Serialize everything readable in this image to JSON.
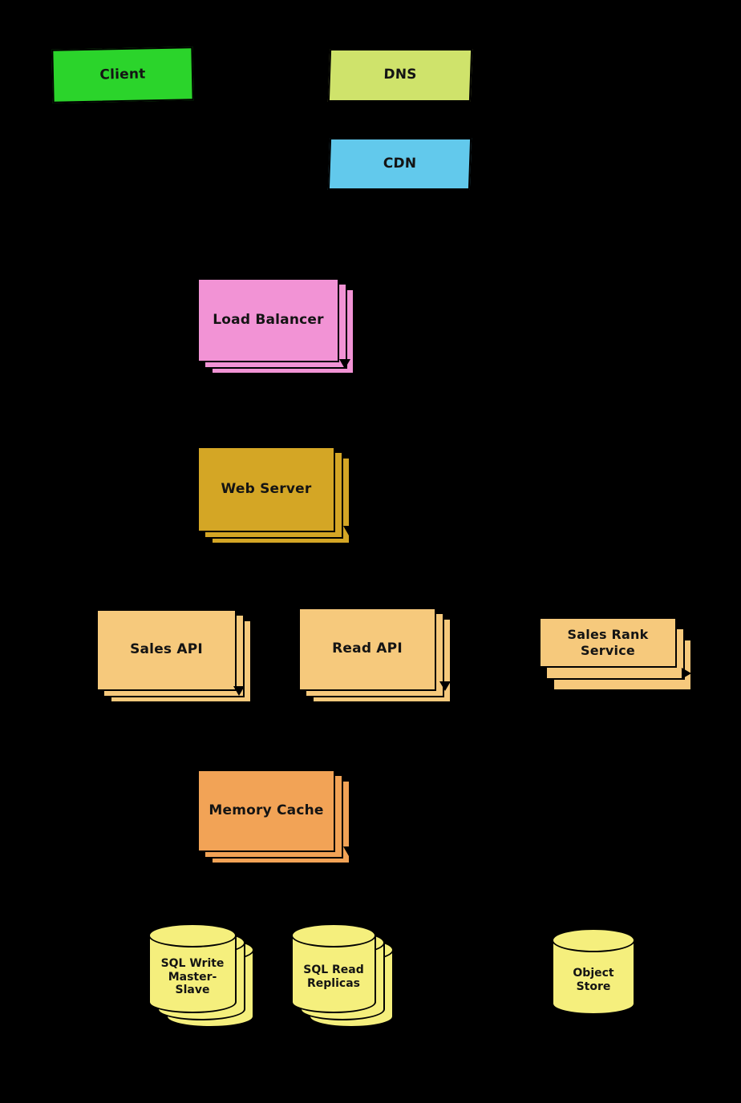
{
  "diagram": {
    "background_color": "#000000",
    "nodes": {
      "client": {
        "label": "Client",
        "color": "#2bd42b",
        "shape": "box",
        "stacked": false
      },
      "dns": {
        "label": "DNS",
        "color": "#cfe36b",
        "shape": "box",
        "stacked": false
      },
      "cdn": {
        "label": "CDN",
        "color": "#62c9ec",
        "shape": "box",
        "stacked": false
      },
      "load_balancer": {
        "label": "Load Balancer",
        "color": "#f293d5",
        "shape": "box",
        "stacked": true
      },
      "web_server": {
        "label": "Web Server",
        "color": "#d4a625",
        "shape": "box",
        "stacked": true
      },
      "sales_api": {
        "label": "Sales API",
        "color": "#f6c97c",
        "shape": "box",
        "stacked": true
      },
      "read_api": {
        "label": "Read API",
        "color": "#f6c97c",
        "shape": "box",
        "stacked": true
      },
      "sales_rank": {
        "label": "Sales Rank Service",
        "color": "#f6c97c",
        "shape": "box",
        "stacked": true
      },
      "memory_cache": {
        "label": "Memory Cache",
        "color": "#f2a356",
        "shape": "box",
        "stacked": true
      },
      "sql_write": {
        "label": "SQL Write Master-Slave",
        "color": "#f5ef7d",
        "shape": "cylinder",
        "stacked": true
      },
      "sql_read": {
        "label": "SQL Read Replicas",
        "color": "#f5ef7d",
        "shape": "cylinder",
        "stacked": true
      },
      "object_store": {
        "label": "Object Store",
        "color": "#f5ef7d",
        "shape": "cylinder",
        "stacked": false
      }
    }
  }
}
